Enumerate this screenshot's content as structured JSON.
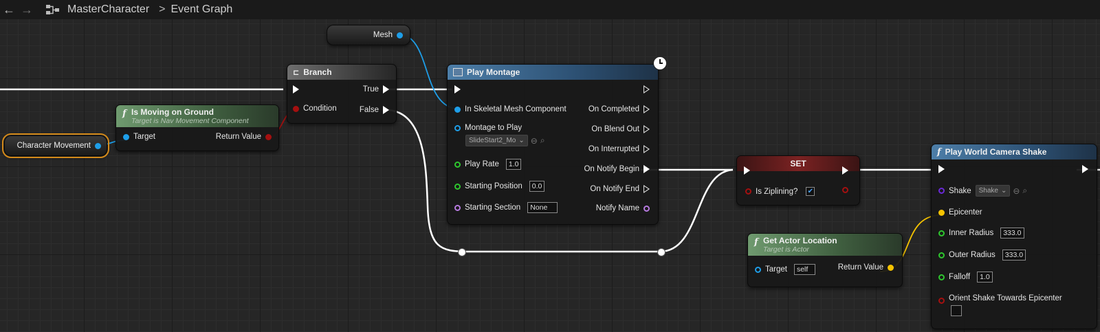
{
  "breadcrumb": {
    "back": "←",
    "forward": "→",
    "blueprint": "MasterCharacter",
    "separator": ">",
    "graph": "Event Graph"
  },
  "colors": {
    "exec": "#ffffff",
    "object": "#1e9ee8",
    "bool": "#a51010",
    "float": "#2ec82e",
    "name": "#b77be0",
    "vector": "#f5c300",
    "class": "#6a29d8",
    "accent": "#d48a1a"
  },
  "nodes": {
    "mesh": {
      "label": "Mesh"
    },
    "character_movement": {
      "label": "Character Movement"
    },
    "branch": {
      "title": "Branch",
      "true": "True",
      "condition": "Condition",
      "false": "False"
    },
    "is_moving": {
      "title": "Is Moving on Ground",
      "subtitle": "Target is Nav Movement Component",
      "target": "Target",
      "return_value": "Return Value"
    },
    "play_montage": {
      "title": "Play Montage",
      "in_skeletal": "In Skeletal Mesh Component",
      "montage_to_play": "Montage to Play",
      "montage_value": "SlideStart2_Mo",
      "play_rate": "Play Rate",
      "play_rate_value": "1.0",
      "starting_position": "Starting Position",
      "starting_position_value": "0.0",
      "starting_section": "Starting Section",
      "starting_section_value": "None",
      "on_completed": "On Completed",
      "on_blend_out": "On Blend Out",
      "on_interrupted": "On Interrupted",
      "on_notify_begin": "On Notify Begin",
      "on_notify_end": "On Notify End",
      "notify_name": "Notify Name"
    },
    "set": {
      "title": "SET",
      "var": "Is Ziplining?",
      "checked": true
    },
    "get_actor_location": {
      "title": "Get Actor Location",
      "subtitle": "Target is Actor",
      "target": "Target",
      "target_value": "self",
      "return_value": "Return Value"
    },
    "camera_shake": {
      "title": "Play World Camera Shake",
      "shake": "Shake",
      "shake_value": "Shake",
      "epicenter": "Epicenter",
      "inner_radius": "Inner Radius",
      "inner_radius_value": "333.0",
      "outer_radius": "Outer Radius",
      "outer_radius_value": "333.0",
      "falloff": "Falloff",
      "falloff_value": "1.0",
      "orient": "Orient Shake Towards Epicenter"
    }
  }
}
